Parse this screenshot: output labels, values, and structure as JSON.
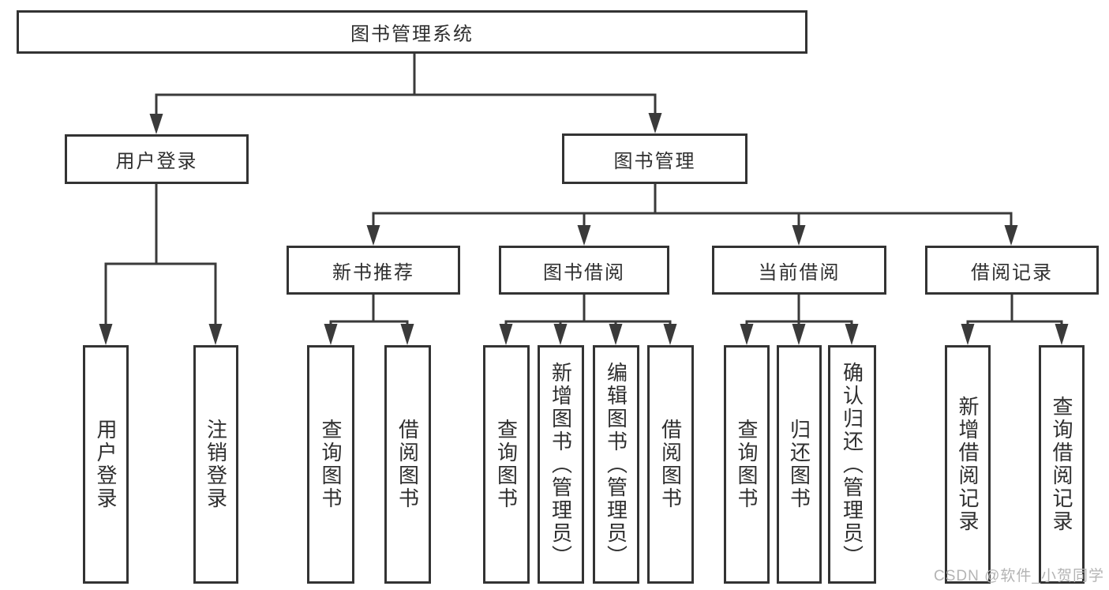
{
  "watermark": "CSDN @软件_小贺同学",
  "colors": {
    "line": "#3a3a3a",
    "border": "#333333",
    "text": "#2f2f2f",
    "watermark": "#b4b4b4",
    "background": "#ffffff"
  },
  "tree": {
    "root": "图书管理系统",
    "children": [
      {
        "label": "用户登录",
        "children": [
          "用户登录",
          "注销登录"
        ]
      },
      {
        "label": "图书管理",
        "children": [
          {
            "label": "新书推荐",
            "children": [
              "查询图书",
              "借阅图书"
            ]
          },
          {
            "label": "图书借阅",
            "children": [
              "查询图书",
              "新增图书（管理员）",
              "编辑图书（管理员）",
              "借阅图书"
            ]
          },
          {
            "label": "当前借阅",
            "children": [
              "查询图书",
              "归还图书",
              "确认归还（管理员）"
            ]
          },
          {
            "label": "借阅记录",
            "children": [
              "新增借阅记录",
              "查询借阅记录"
            ]
          }
        ]
      }
    ]
  }
}
